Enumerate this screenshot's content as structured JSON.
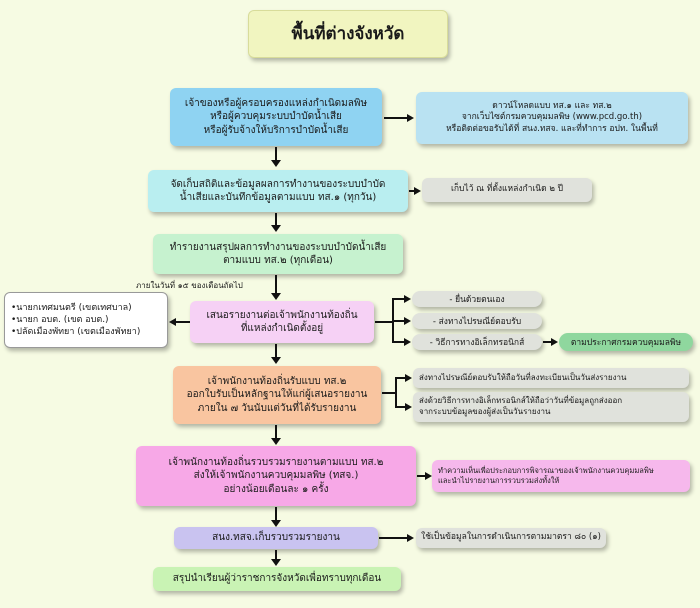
{
  "title": "พื้นที่ต่างจังหวัด",
  "steps": [
    {
      "lines": [
        "เจ้าของหรือผู้ครอบครองแหล่งกำเนิดมลพิษ",
        "หรือผู้ควบคุมระบบบำบัดน้ำเสีย",
        "หรือผู้รับจ้างให้บริการบำบัดน้ำเสีย"
      ]
    },
    {
      "lines": [
        "จัดเก็บสถิติและข้อมูลผลการทำงานของระบบบำบัด",
        "น้ำเสียและบันทึกข้อมูลตามแบบ ทส.๑ (ทุกวัน)"
      ]
    },
    {
      "lines": [
        "ทำรายงานสรุปผลการทำงานของระบบบำบัดน้ำเสีย",
        "ตามแบบ ทส.๒ (ทุกเดือน)"
      ]
    },
    {
      "lines": [
        "เสนอรายงานต่อเจ้าพนักงานท้องถิ่น",
        "ที่แหล่งกำเนิดตั้งอยู่"
      ]
    },
    {
      "lines": [
        "เจ้าพนักงานท้องถิ่นรับแบบ ทส.๒",
        "ออกใบรับเป็นหลักฐานให้แก่ผู้เสนอรายงาน",
        "ภายใน ๗ วันนับแต่วันที่ได้รับรายงาน"
      ]
    },
    {
      "lines": [
        "เจ้าพนักงานท้องถิ่นรวบรวมรายงานตามแบบ ทส.๒",
        "ส่งให้เจ้าพนักงานควบคุมมลพิษ (ทสจ.)",
        "อย่างน้อยเดือนละ ๑ ครั้ง"
      ]
    },
    {
      "lines": [
        "สนง.ทสจ.เก็บรวบรวมรายงาน"
      ]
    },
    {
      "lines": [
        "สรุปนำเรียนผู้ว่าราชการจังหวัดเพื่อทราบทุกเดือน"
      ]
    }
  ],
  "download_note": {
    "lines": [
      "ดาวน์โหลดแบบ ทส.๑ และ ทส.๒",
      "จากเว็บไซต์กรมควบคุมมลพิษ (www.pcd.go.th)",
      "หรือติดต่อขอรับได้ที่ สนง.ทสจ. และที่ทำการ อปท. ในพื้นที่"
    ]
  },
  "keep_note": "เก็บไว้ ณ ที่ตั้งแหล่งกำเนิด ๒ ปี",
  "deadline_note": "ภายในวันที่ ๑๕ ของเดือนถัดไป",
  "officials": [
    "•นายกเทศมนตรี (เขตเทศบาล)",
    "•นายก อบต. (เขต อบต.)",
    "•ปลัดเมืองพัทยา (เขตเมืองพัทยา)"
  ],
  "submit_methods": [
    "- ยื่นด้วยตนเอง",
    "- ส่งทางไปรษณีย์ตอบรับ",
    "- วิธีการทางอิเล็กทรอนิกส์"
  ],
  "electronic_note": "ตามประกาศกรมควบคุมมลพิษ",
  "receipt_notes": [
    "ส่งทางไปรษณีย์ตอบรับให้ถือวันที่ลงทะเบียนเป็นวันส่งรายงาน",
    "ส่งด้วยวิธีการทางอิเล็กทรอนิกส์ให้ถือว่าวันที่ข้อมูลถูกส่งออก",
    "จากระบบข้อมูลของผู้ส่งเป็นวันรายงาน"
  ],
  "analysis_note": [
    "ทำความเห็นเพื่อประกอบการพิจารณาของเจ้าพนักงานควบคุมมลพิษ",
    "และนำไปรายงานการรวบรวมส่งทั้งให้"
  ],
  "stat_note": "ใช้เป็นข้อมูลในการดำเนินการตามมาตรา ๘๐ (๑)",
  "colors": {
    "blue": "#8fd3f2",
    "cyan": "#b9eef0",
    "green": "#c6f2cf",
    "pink": "#f6d1f5",
    "orange": "#f9c5a0",
    "magenta": "#f7a8e7",
    "purple": "#c9c3f0",
    "lightgreen": "#c9f3b4",
    "gray": "#e0e2dc",
    "greenpill": "#8fd79e"
  }
}
